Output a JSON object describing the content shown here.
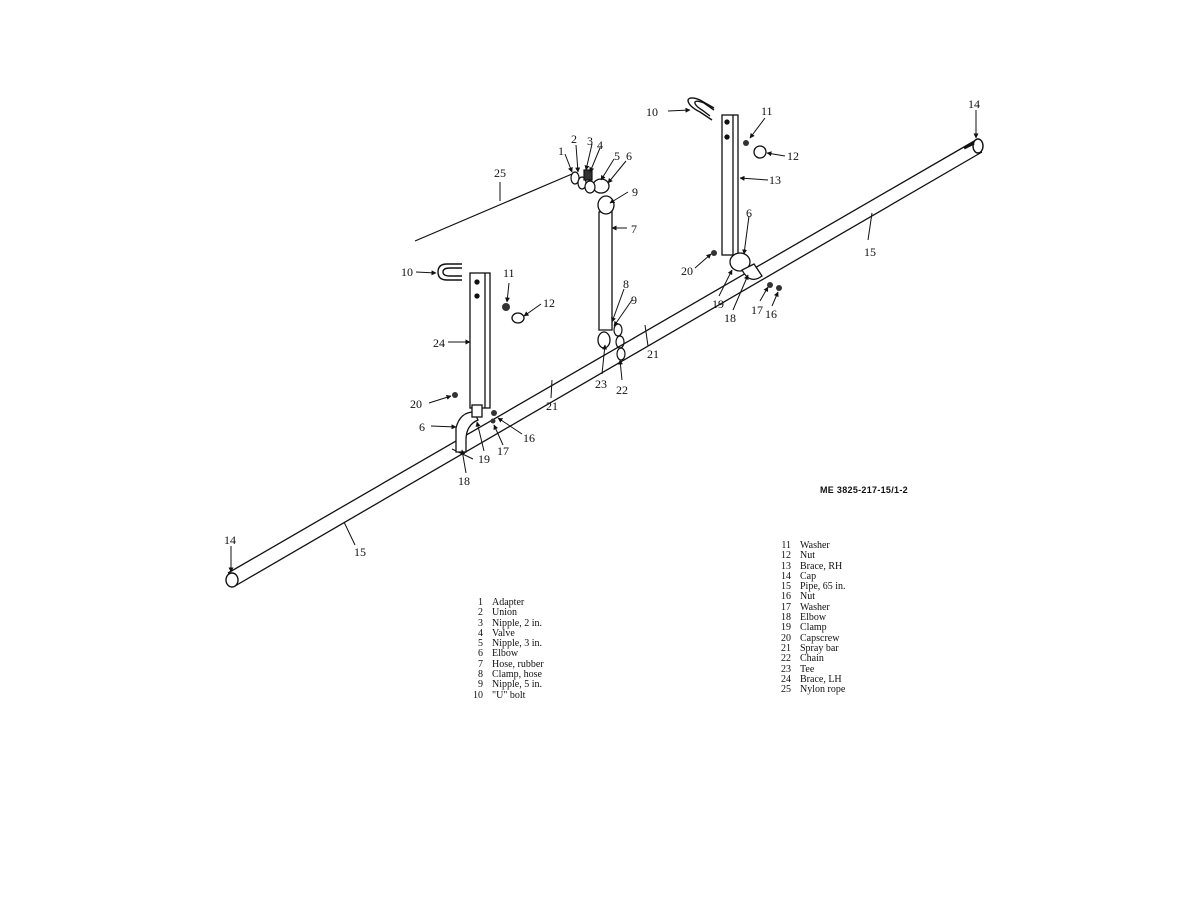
{
  "figure_id": "ME 3825-217-15/1-2",
  "callouts": {
    "c1": "1",
    "c2": "2",
    "c3": "3",
    "c4": "4",
    "c5": "5",
    "c6a": "6",
    "c6b": "6",
    "c6c": "6",
    "c7": "7",
    "c8": "8",
    "c9a": "9",
    "c9b": "9",
    "c10a": "10",
    "c10b": "10",
    "c11a": "11",
    "c11b": "11",
    "c12a": "12",
    "c12b": "12",
    "c13": "13",
    "c14a": "14",
    "c14b": "14",
    "c15a": "15",
    "c15b": "15",
    "c16a": "16",
    "c16b": "16",
    "c17a": "17",
    "c17b": "17",
    "c18a": "18",
    "c18b": "18",
    "c19a": "19",
    "c19b": "19",
    "c20a": "20",
    "c20b": "20",
    "c21a": "21",
    "c21b": "21",
    "c22": "22",
    "c23": "23",
    "c24": "24",
    "c25": "25"
  },
  "legend_left": [
    {
      "num": "1",
      "label": "Adapter"
    },
    {
      "num": "2",
      "label": "Union"
    },
    {
      "num": "3",
      "label": "Nipple, 2 in."
    },
    {
      "num": "4",
      "label": "Valve"
    },
    {
      "num": "5",
      "label": "Nipple, 3 in."
    },
    {
      "num": "6",
      "label": "Elbow"
    },
    {
      "num": "7",
      "label": "Hose, rubber"
    },
    {
      "num": "8",
      "label": "Clamp, hose"
    },
    {
      "num": "9",
      "label": "Nipple, 5 in."
    },
    {
      "num": "10",
      "label": "\"U\" bolt"
    }
  ],
  "legend_right": [
    {
      "num": "11",
      "label": "Washer"
    },
    {
      "num": "12",
      "label": "Nut"
    },
    {
      "num": "13",
      "label": "Brace, RH"
    },
    {
      "num": "14",
      "label": "Cap"
    },
    {
      "num": "15",
      "label": "Pipe, 65 in."
    },
    {
      "num": "16",
      "label": "Nut"
    },
    {
      "num": "17",
      "label": "Washer"
    },
    {
      "num": "18",
      "label": "Elbow"
    },
    {
      "num": "19",
      "label": "Clamp"
    },
    {
      "num": "20",
      "label": "Capscrew"
    },
    {
      "num": "21",
      "label": "Spray bar"
    },
    {
      "num": "22",
      "label": "Chain"
    },
    {
      "num": "23",
      "label": "Tee"
    },
    {
      "num": "24",
      "label": "Brace, LH"
    },
    {
      "num": "25",
      "label": "Nylon rope"
    }
  ]
}
